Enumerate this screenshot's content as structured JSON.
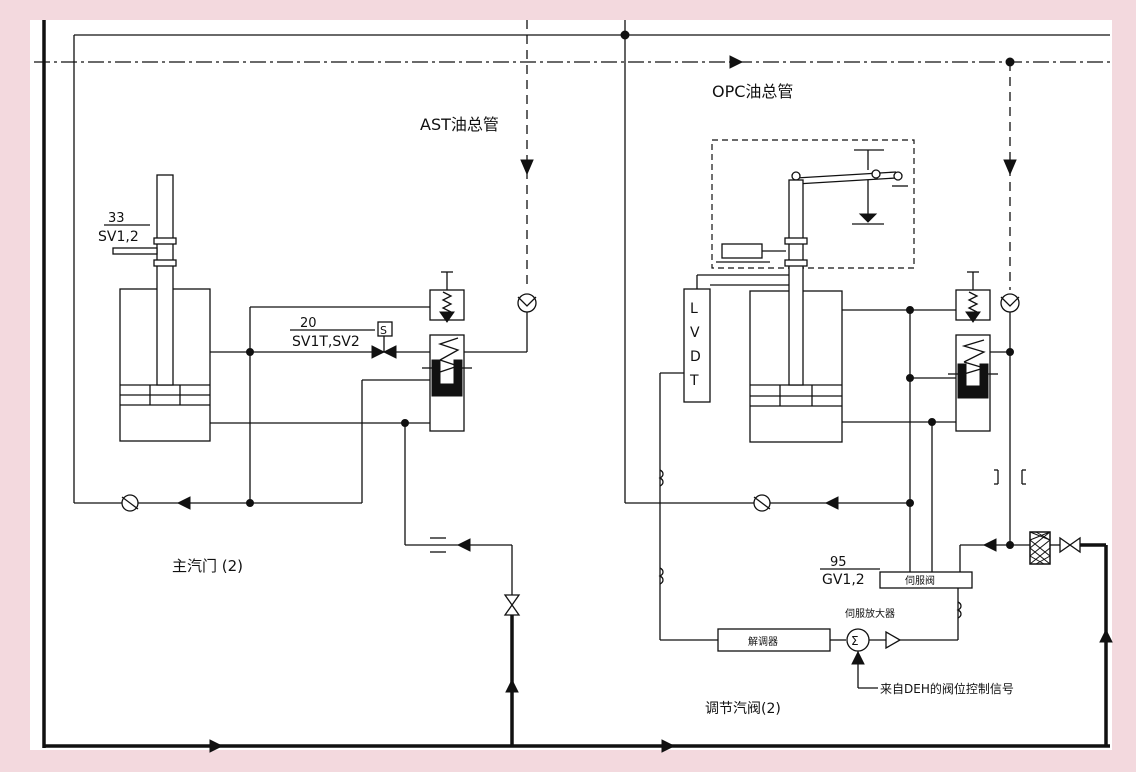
{
  "labels": {
    "ast_oil_pipe": "AST油总管",
    "opc_oil_pipe": "OPC油总管",
    "tag_33": "33",
    "tag_sv12": "SV1,2",
    "tag_20": "20",
    "tag_sv1t": "SV1T,SV2",
    "solenoid_s": "S",
    "main_valve": "主汽门 (2)",
    "lvdt": [
      "L",
      "V",
      "D",
      "T"
    ],
    "tag_95": "95",
    "tag_gv12": "GV1,2",
    "servo_valve": "伺服阀",
    "servo_amp": "伺服放大器",
    "demodulator": "解调器",
    "sum_symbol": "Σ",
    "deh_signal": "来自DEH的阀位控制信号",
    "control_valve": "调节汽阀(2)"
  }
}
